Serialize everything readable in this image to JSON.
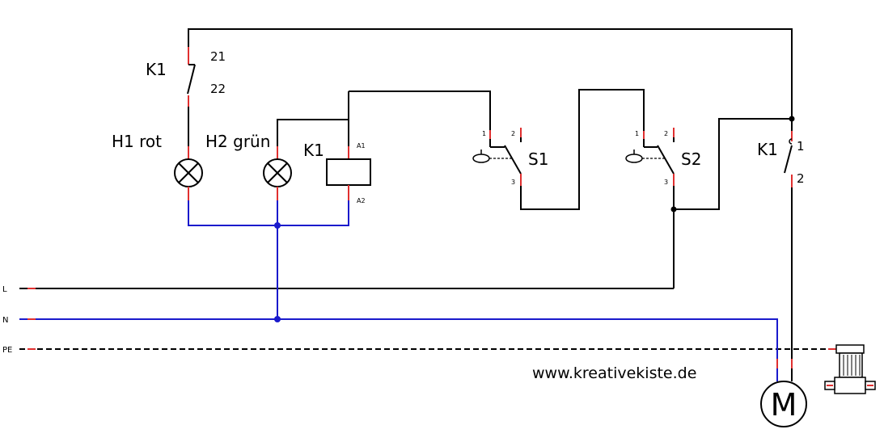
{
  "labels": {
    "k1_contact_nc": "K1",
    "k1_pin_21": "21",
    "k1_pin_22": "22",
    "h1": "H1 rot",
    "h2": "H2 grün",
    "k1_coil": "K1",
    "coil_a1": "A1",
    "coil_a2": "A2",
    "s1": "S1",
    "s2": "S2",
    "s1_pin1": "1",
    "s1_pin2": "2",
    "s1_pin3": "3",
    "s2_pin1": "1",
    "s2_pin2": "2",
    "s2_pin3": "3",
    "k1_contact_no": "K1",
    "k1_no_pin1": "1",
    "k1_no_pin2": "2",
    "line_l": "L",
    "line_n": "N",
    "line_pe": "PE",
    "motor": "M",
    "website": "www.kreativekiste.de"
  },
  "colors": {
    "wire": "#000000",
    "neutral": "#1a1acc",
    "terminal": "#e03030"
  }
}
